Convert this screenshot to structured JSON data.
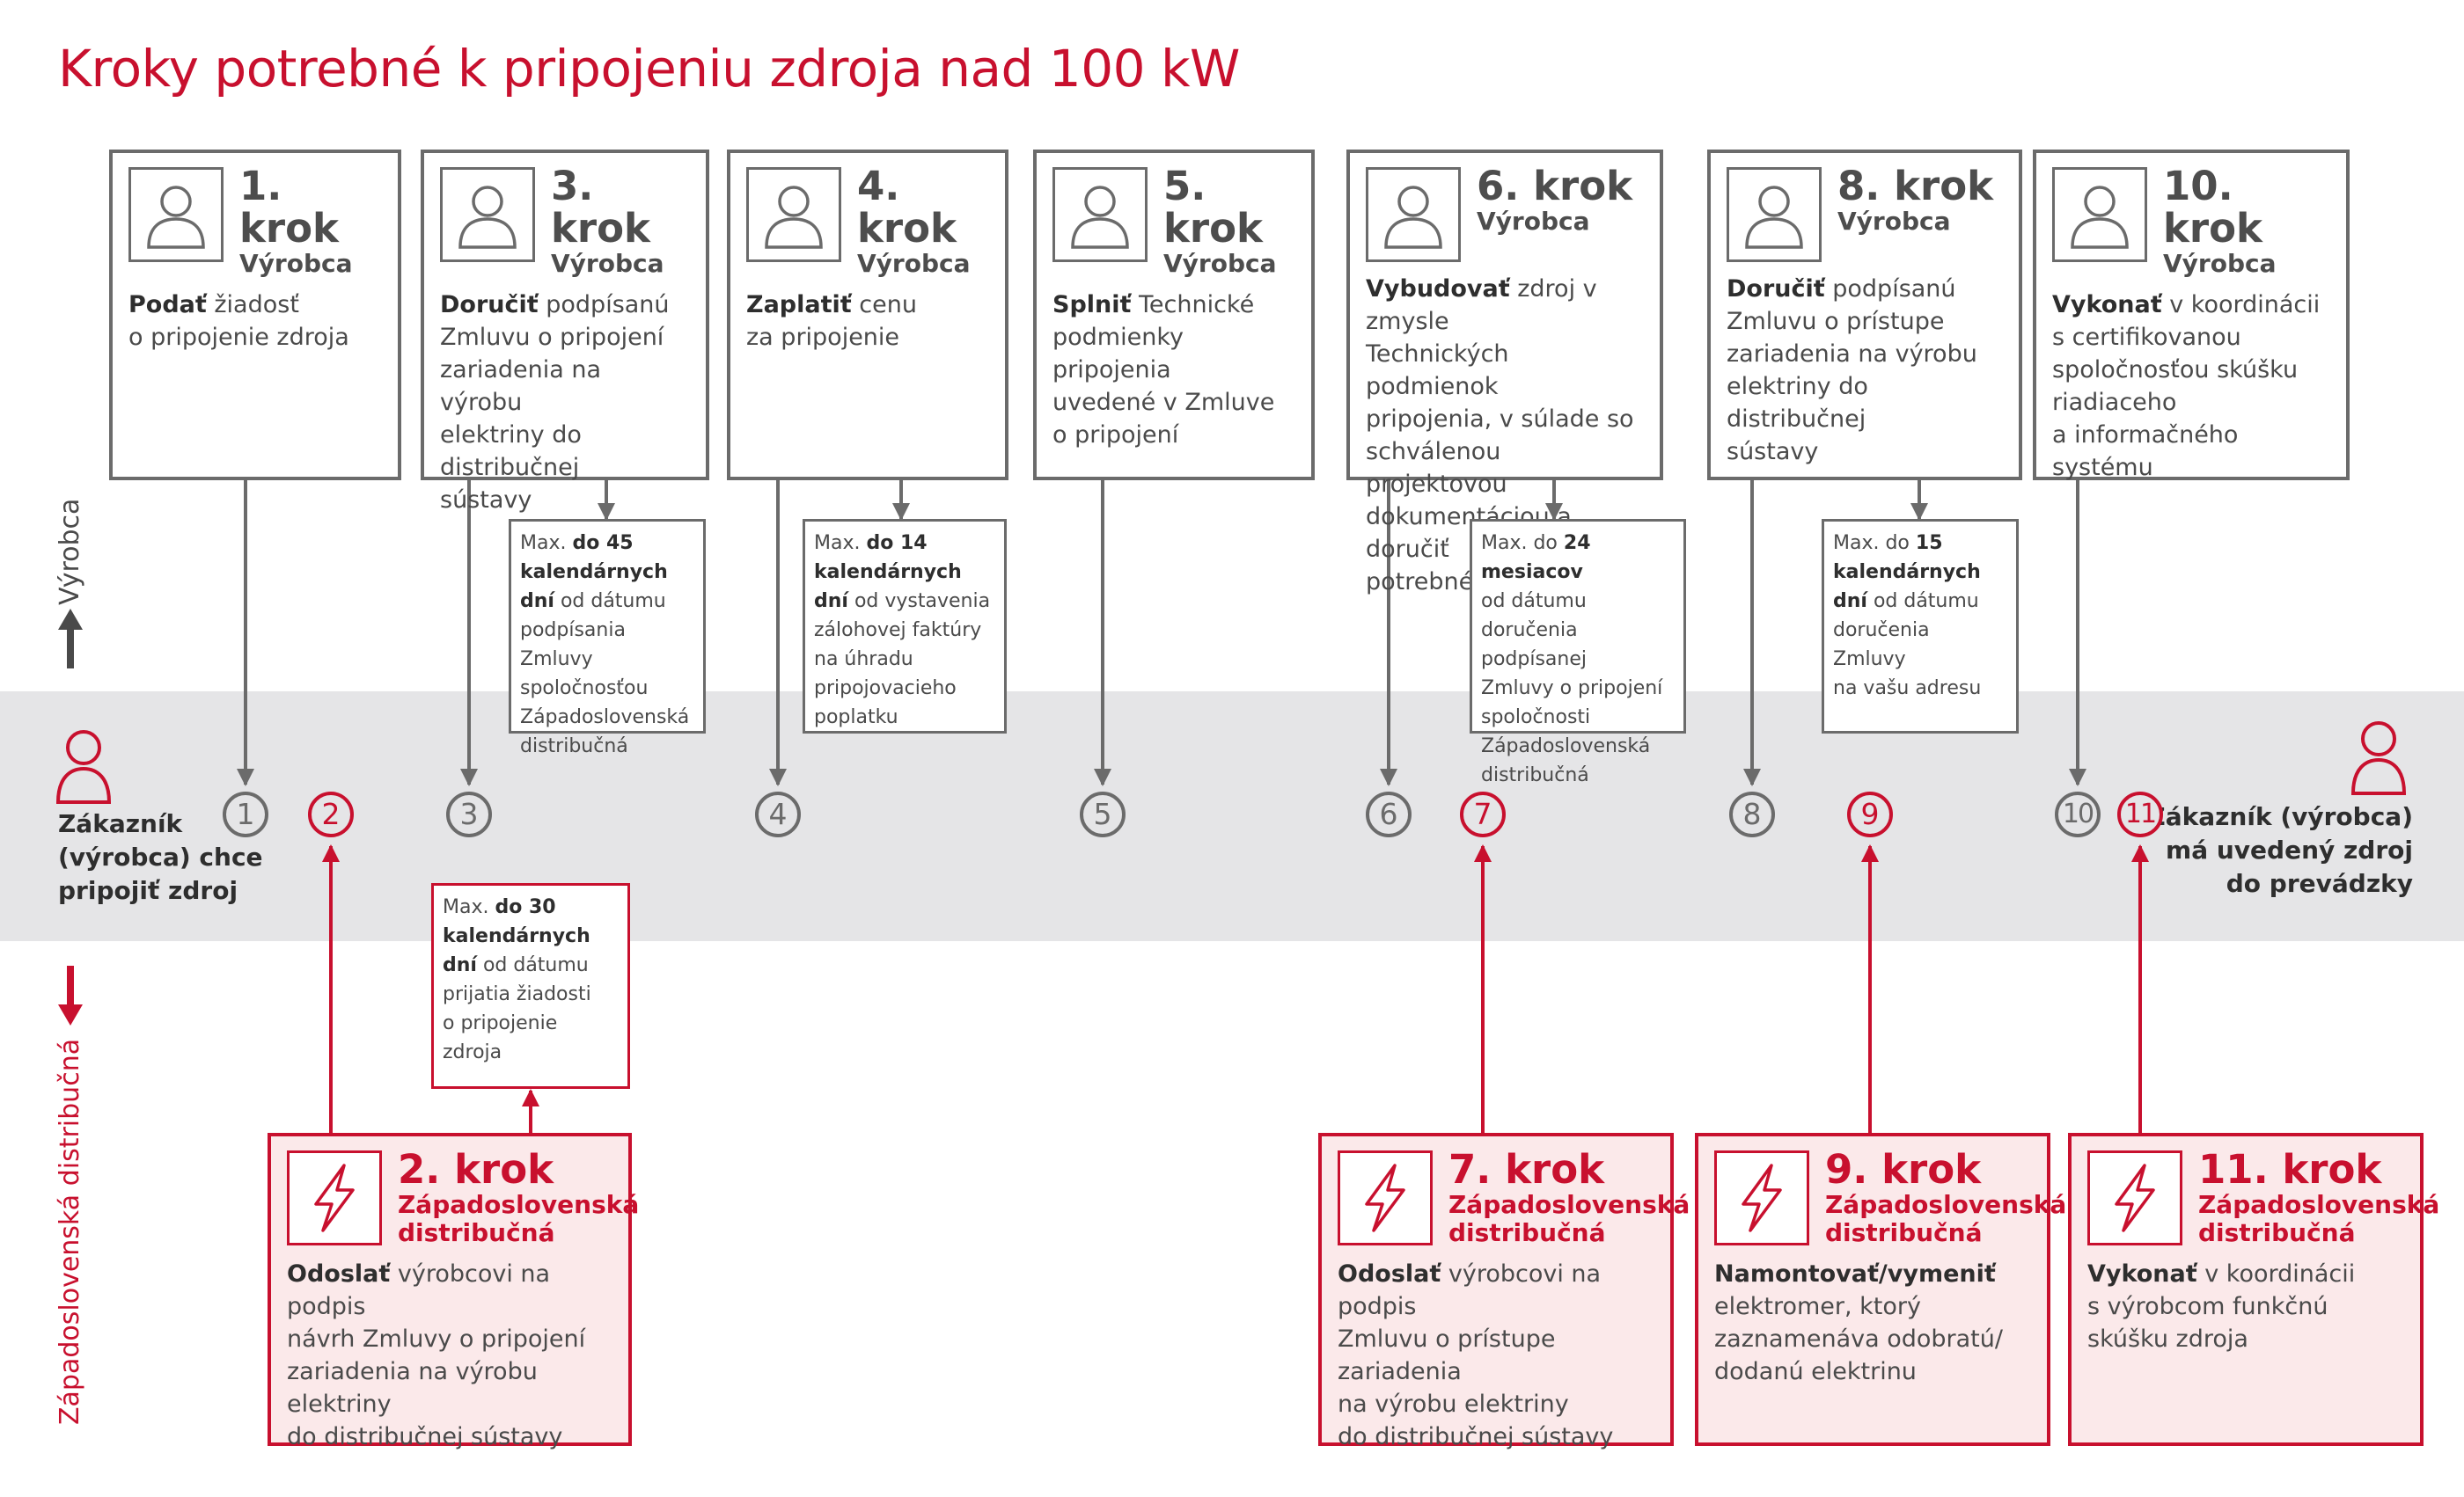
{
  "title": "Kroky potrebné k pripojeniu zdroja nad 100 kW",
  "colors": {
    "accent": "#c8102e",
    "gray": "#6b6b6b",
    "band": "#e5e5e7",
    "red_fill": "#fbe9ea"
  },
  "axis": {
    "top_label": "Výrobca",
    "bottom_label": "Západoslovenská distribučná"
  },
  "left_label": [
    "Zákazník",
    "(výrobca) chce",
    "pripojiť zdroj"
  ],
  "right_label": [
    "Zákazník (výrobca)",
    "má uvedený zdroj",
    "do prevádzky"
  ],
  "circles": [
    "1",
    "2",
    "3",
    "4",
    "5",
    "6",
    "7",
    "8",
    "9",
    "10",
    "11"
  ],
  "steps": [
    {
      "num": "1. krok",
      "who": "Výrobca",
      "icon": "person-icon",
      "bold": "Podať",
      "rest": " žiadosť",
      "lines": [
        "o pripojenie zdroja"
      ]
    },
    {
      "num": "3. krok",
      "who": "Výrobca",
      "icon": "person-icon",
      "bold": "Doručiť",
      "rest": " podpísanú",
      "lines": [
        "Zmluvu o pripojení",
        "zariadenia na výrobu",
        "elektriny do distribučnej",
        "sústavy"
      ]
    },
    {
      "num": "4. krok",
      "who": "Výrobca",
      "icon": "person-icon",
      "bold": "Zaplatiť",
      "rest": " cenu",
      "lines": [
        "za pripojenie"
      ]
    },
    {
      "num": "5. krok",
      "who": "Výrobca",
      "icon": "person-icon",
      "bold": "Splniť",
      "rest": " Technické",
      "lines": [
        "podmienky pripojenia",
        "uvedené v Zmluve",
        "o pripojení"
      ]
    },
    {
      "num": "6. krok",
      "who": "Výrobca",
      "icon": "person-icon",
      "bold": "Vybudovať",
      "rest": " zdroj v zmysle",
      "lines": [
        "Technických podmienok",
        "pripojenia, v súlade so",
        "schválenou projektovou",
        "dokumentáciou a doručiť",
        "potrebné doklady"
      ]
    },
    {
      "num": "8. krok",
      "who": "Výrobca",
      "icon": "person-icon",
      "bold": "Doručiť",
      "rest": " podpísanú",
      "lines": [
        "Zmluvu o prístupe",
        "zariadenia na výrobu",
        "elektriny do distribučnej",
        "sústavy"
      ]
    },
    {
      "num": "10. krok",
      "who": "Výrobca",
      "icon": "person-icon",
      "bold": "Vykonať",
      "rest": " v koordinácii",
      "lines": [
        "s certifikovanou",
        "spoločnosťou skúšku",
        "riadiaceho",
        "a informačného systému"
      ]
    },
    {
      "num": "2. krok",
      "who1": "Západoslovenská",
      "who2": "distribučná",
      "icon": "lightning-icon",
      "bold": "Odoslať",
      "rest": " výrobcovi na podpis",
      "lines": [
        "návrh Zmluvy o pripojení",
        "zariadenia na výrobu elektriny",
        "do distribučnej sústavy"
      ]
    },
    {
      "num": "7. krok",
      "who1": "Západoslovenská",
      "who2": "distribučná",
      "icon": "lightning-icon",
      "bold": "Odoslať",
      "rest": " výrobcovi na podpis",
      "lines": [
        "Zmluvu o prístupe zariadenia",
        "na výrobu elektriny",
        "do distribučnej sústavy"
      ]
    },
    {
      "num": "9. krok",
      "who1": "Západoslovenská",
      "who2": "distribučná",
      "icon": "lightning-icon",
      "bold": "Namontovať/vymeniť",
      "rest": "",
      "lines": [
        "elektromer, ktorý",
        "zaznamenáva odobratú/",
        "dodanú elektrinu"
      ]
    },
    {
      "num": "11. krok",
      "who1": "Západoslovenská",
      "who2": "distribučná",
      "icon": "lightning-icon",
      "bold": "Vykonať",
      "rest": " v koordinácii",
      "lines": [
        "s výrobcom funkčnú",
        "skúšku zdroja"
      ]
    }
  ],
  "notes": [
    {
      "pre": "Max. ",
      "bold": "do 45",
      "lines": [
        [
          "b",
          "kalendárnych"
        ],
        [
          "mix",
          "dní",
          " od dátumu"
        ],
        [
          "n",
          "podpísania Zmluvy"
        ],
        [
          "n",
          "spoločnosťou"
        ],
        [
          "n",
          "Západoslovenská"
        ],
        [
          "n",
          "distribučná"
        ]
      ]
    },
    {
      "pre": "Max. ",
      "bold": "do 14",
      "lines": [
        [
          "b",
          "kalendárnych"
        ],
        [
          "mix",
          "dní",
          " od vystavenia"
        ],
        [
          "n",
          "zálohovej faktúry"
        ],
        [
          "n",
          "na úhradu"
        ],
        [
          "n",
          "pripojovacieho"
        ],
        [
          "n",
          "poplatku"
        ]
      ]
    },
    {
      "pre": "Max. do ",
      "bold": "24 mesiacov",
      "lines": [
        [
          "n",
          "od dátumu"
        ],
        [
          "n",
          "doručenia podpísanej"
        ],
        [
          "n",
          "Zmluvy o pripojení"
        ],
        [
          "n",
          "spoločnosti"
        ],
        [
          "n",
          "Západoslovenská"
        ],
        [
          "n",
          "distribučná"
        ]
      ]
    },
    {
      "pre": "Max. do ",
      "bold": "15",
      "lines": [
        [
          "b",
          "kalendárnych"
        ],
        [
          "mix",
          "dní",
          " od dátumu"
        ],
        [
          "n",
          "doručenia Zmluvy"
        ],
        [
          "n",
          "na vašu adresu"
        ]
      ]
    },
    {
      "pre": "Max. ",
      "bold": "do 30",
      "lines": [
        [
          "b",
          "kalendárnych"
        ],
        [
          "mix",
          "dní",
          " od dátumu"
        ],
        [
          "n",
          "prijatia žiadosti"
        ],
        [
          "n",
          "o pripojenie zdroja"
        ]
      ]
    }
  ]
}
